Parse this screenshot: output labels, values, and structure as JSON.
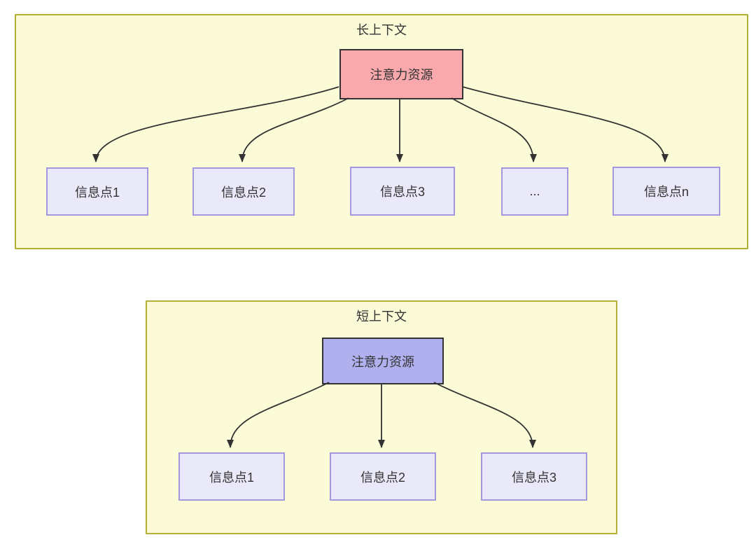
{
  "colors": {
    "container_bg": "#fbfbd8",
    "container_border": "#b2b135",
    "attention_long_bg": "#f9a9ac",
    "attention_short_bg": "#b0b0ef",
    "attention_border": "#333333",
    "info_bg": "#e9e9fa",
    "info_border": "#a498dc",
    "arrow": "#333333",
    "text": "#333333"
  },
  "long_context": {
    "title": "长上下文",
    "attention_label": "注意力资源",
    "info_points": [
      {
        "label": "信息点1"
      },
      {
        "label": "信息点2"
      },
      {
        "label": "信息点3"
      },
      {
        "label": "..."
      },
      {
        "label": "信息点n"
      }
    ]
  },
  "short_context": {
    "title": "短上下文",
    "attention_label": "注意力资源",
    "info_points": [
      {
        "label": "信息点1"
      },
      {
        "label": "信息点2"
      },
      {
        "label": "信息点3"
      }
    ]
  }
}
